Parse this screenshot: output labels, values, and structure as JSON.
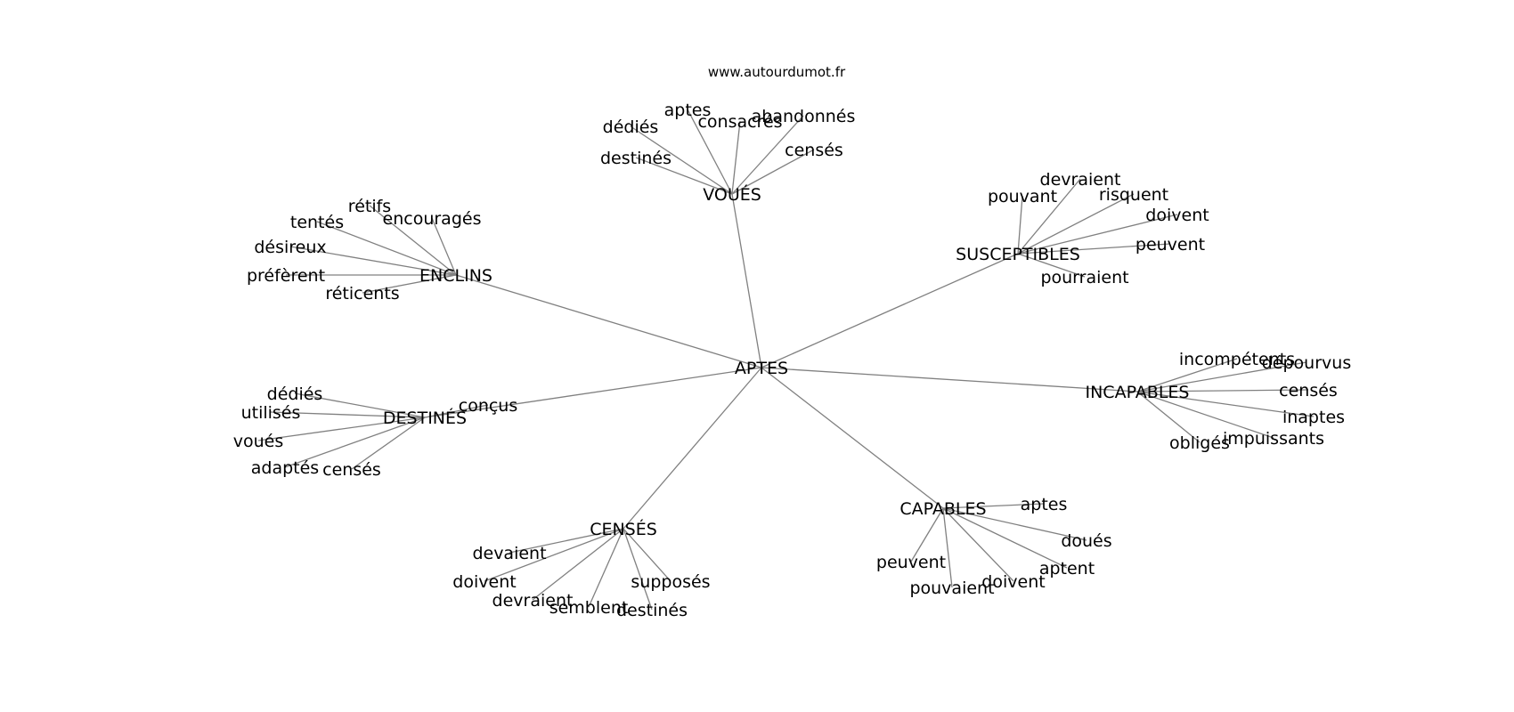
{
  "source": "www.autourdumot.fr",
  "center": "APTES",
  "hubs": [
    {
      "word": "VOUÉS",
      "neighbors": [
        "dédiés",
        "aptes",
        "consacrés",
        "abandonnés",
        "censés",
        "destinés"
      ]
    },
    {
      "word": "SUSCEPTIBLES",
      "neighbors": [
        "pouvant",
        "devraient",
        "risquent",
        "doivent",
        "peuvent",
        "pourraient"
      ]
    },
    {
      "word": "INCAPABLES",
      "neighbors": [
        "incompétents",
        "dépourvus",
        "censés",
        "inaptes",
        "impuissants",
        "obligés"
      ]
    },
    {
      "word": "CAPABLES",
      "neighbors": [
        "aptes",
        "doués",
        "aptent",
        "doivent",
        "pouvaient",
        "peuvent"
      ]
    },
    {
      "word": "CENSÉS",
      "neighbors": [
        "devaient",
        "doivent",
        "devraient",
        "semblent",
        "destinés",
        "supposés"
      ]
    },
    {
      "word": "DESTINÉS",
      "neighbors": [
        "conçus",
        "dédiés",
        "utilisés",
        "voués",
        "adaptés",
        "censés"
      ]
    },
    {
      "word": "ENCLINS",
      "neighbors": [
        "rétifs",
        "tentés",
        "encouragés",
        "désireux",
        "préfèrent",
        "réticents"
      ]
    }
  ]
}
